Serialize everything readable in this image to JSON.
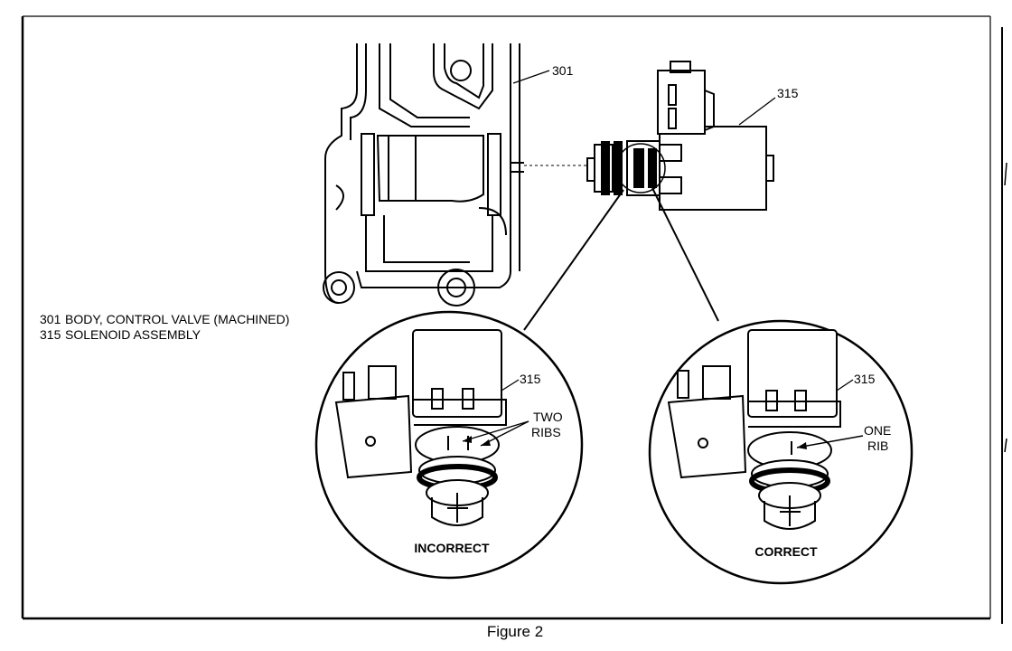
{
  "callouts": {
    "body_ref": "301",
    "solenoid_ref": "315",
    "incorrect_ref": "315",
    "correct_ref": "315"
  },
  "legend": [
    {
      "code": "301",
      "text": "BODY, CONTROL VALVE (MACHINED)"
    },
    {
      "code": "315",
      "text": "SOLENOID ASSEMBLY"
    }
  ],
  "details": {
    "incorrect": {
      "note_line1": "TWO",
      "note_line2": "RIBS",
      "title": "INCORRECT"
    },
    "correct": {
      "note_line1": "ONE",
      "note_line2": "RIB",
      "title": "CORRECT"
    }
  },
  "caption": "Figure 2"
}
